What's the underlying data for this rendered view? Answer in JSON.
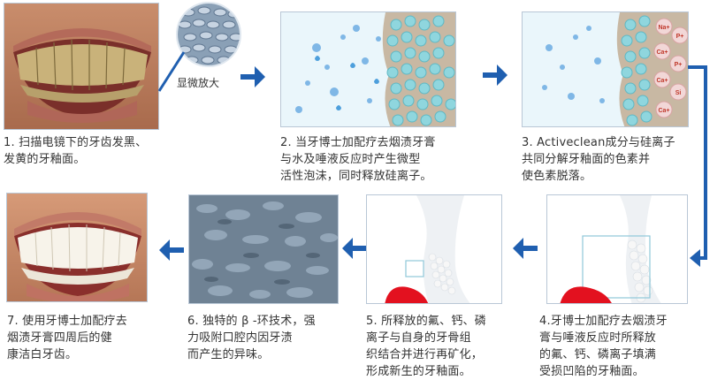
{
  "zoom_label": "显微放大",
  "steps": [
    {
      "caption": "1. 扫描电镜下的牙齿发黑、\n发黄的牙釉面。"
    },
    {
      "caption": "2. 当牙博士加配疗去烟渍牙膏\n与水及唾液反应时产生微型\n活性泡沫，同时释放硅离子。"
    },
    {
      "caption": "3. Activeclean成分与硅离子\n共同分解牙釉面的色素并\n使色素脱落。"
    },
    {
      "caption": "4.牙博士加配疗去烟渍牙\n膏与唾液反应时所释放\n的氟、钙、磷离子填满\n受损凹陷的牙釉面。"
    },
    {
      "caption": "5. 所释放的氟、钙、磷\n离子与自身的牙骨组\n织结合并进行再矿化，\n形成新生的牙釉面。"
    },
    {
      "caption": "6. 独特的 β -环技术，强\n力吸附口腔内因牙渍\n而产生的异味。"
    },
    {
      "caption": "7. 使用牙博士加配疗去\n烟渍牙膏四周后的健\n康洁白牙齿。"
    }
  ],
  "ions": [
    "Na+",
    "P+",
    "Ca+",
    "P+",
    "Ca+",
    "Si",
    "Ca+"
  ],
  "colors": {
    "arrow": "#1f5fb0",
    "panel_border": "#b9c7d6",
    "bubble": "#7fb7e6"
  }
}
